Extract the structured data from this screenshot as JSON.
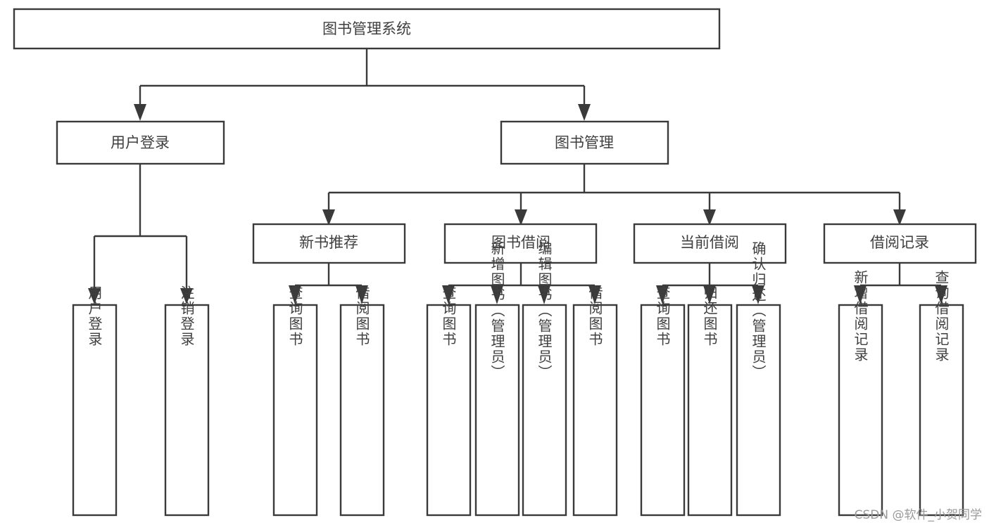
{
  "diagram": {
    "type": "tree",
    "title": "图书管理系统",
    "watermark": "CSDN @软件_小贺同学",
    "colors": {
      "background": "#ffffff",
      "stroke": "#3a3a3a",
      "text": "#3f3f3f",
      "watermark": "#9a9a9a"
    },
    "root": {
      "label": "图书管理系统"
    },
    "level2": [
      {
        "label": "用户登录"
      },
      {
        "label": "图书管理"
      }
    ],
    "level3": [
      {
        "label": "新书推荐"
      },
      {
        "label": "图书借阅"
      },
      {
        "label": "当前借阅"
      },
      {
        "label": "借阅记录"
      }
    ],
    "leaves_user_login": [
      {
        "label": "用户登录"
      },
      {
        "label": "注销登录"
      }
    ],
    "leaves_new_books": [
      {
        "label": "查询图书"
      },
      {
        "label": "借阅图书"
      }
    ],
    "leaves_borrow": [
      {
        "label": "查询图书"
      },
      {
        "label": "新增图书（管理员）"
      },
      {
        "label": "编辑图书（管理员）"
      },
      {
        "label": "借阅图书"
      }
    ],
    "leaves_current": [
      {
        "label": "查询图书"
      },
      {
        "label": "归还图书"
      },
      {
        "label": "确认归还（管理员）"
      }
    ],
    "leaves_records": [
      {
        "label": "新增借阅记录"
      },
      {
        "label": "查询借阅记录"
      }
    ]
  }
}
